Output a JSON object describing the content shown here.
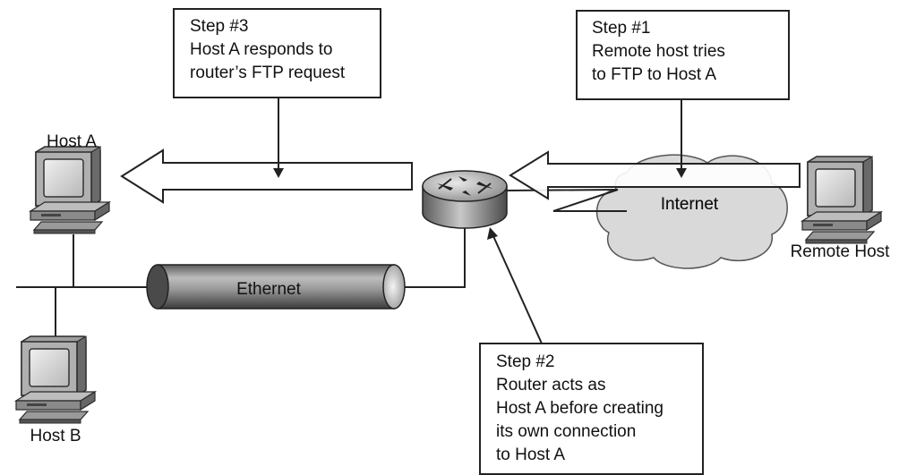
{
  "nodes": {
    "host_a": "Host A",
    "host_b": "Host B",
    "remote_host": "Remote Host",
    "internet": "Internet",
    "ethernet": "Ethernet"
  },
  "steps": {
    "step1": {
      "title": "Step #1",
      "lines": [
        "Remote host tries",
        "to FTP to Host A"
      ]
    },
    "step2": {
      "title": "Step #2",
      "lines": [
        "Router acts as",
        "Host A before creating",
        "its own connection",
        "to Host A"
      ]
    },
    "step3": {
      "title": "Step #3",
      "lines": [
        "Host A responds to",
        "router’s FTP request"
      ]
    }
  }
}
